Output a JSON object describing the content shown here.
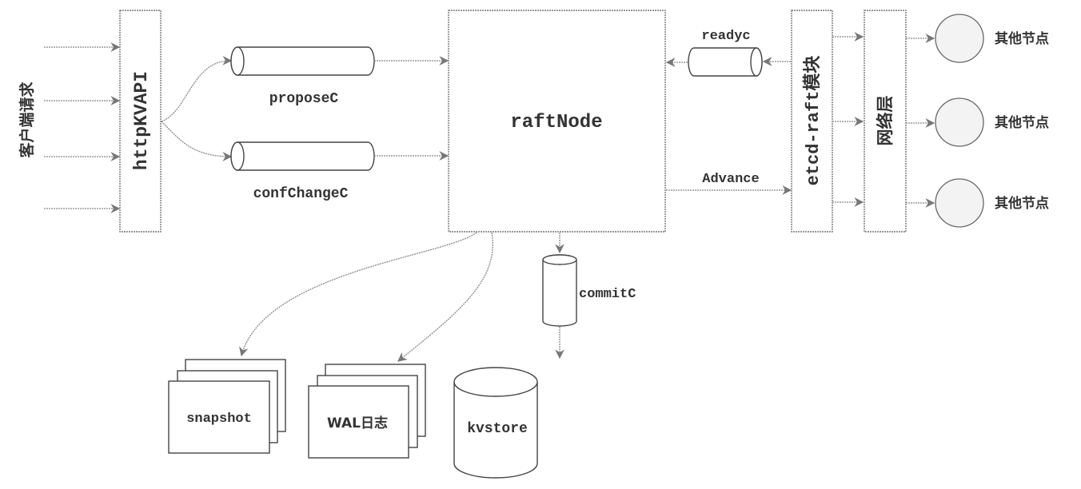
{
  "diagram": {
    "client_requests_label": "客户端请求",
    "http_api_label": "httpKVAPI",
    "channels": {
      "propose": "proposeC",
      "conf_change": "confChangeC",
      "ready": "readyc",
      "commit": "commitC"
    },
    "raft_node_label": "raftNode",
    "advance_label": "Advance",
    "etcd_raft_label": "etcd-raft模块",
    "network_layer_label": "网络层",
    "peer_nodes": [
      {
        "label": "其他节点"
      },
      {
        "label": "其他节点"
      },
      {
        "label": "其他节点"
      }
    ],
    "storage": {
      "snapshot": "snapshot",
      "wal": "WAL日志",
      "kvstore": "kvstore"
    },
    "colors": {
      "stroke": "#444444",
      "connector": "#888888",
      "text": "#333333",
      "node_fill": "#f3f3f3"
    }
  }
}
